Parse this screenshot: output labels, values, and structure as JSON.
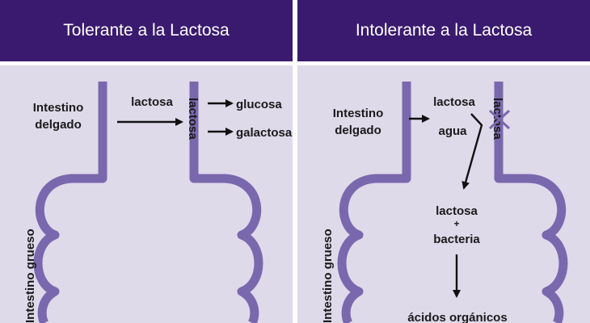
{
  "colors": {
    "header": "#3a1a6e",
    "panel_bg": "#dedaea",
    "intestine_wall": "#7a68ae",
    "cross": "#7a68ae"
  },
  "left": {
    "title": "Tolerante a la Lactosa",
    "small_intestine": [
      "Intestino",
      "delgado"
    ],
    "large_intestine": "Intestino grueso",
    "input": "lactosa",
    "wall_text": "lactosa",
    "product_1": "glucosa",
    "product_2": "galactosa"
  },
  "right": {
    "title": "Intolerante a la Lactosa",
    "small_intestine": [
      "Intestino",
      "delgado"
    ],
    "large_intestine": "Intestino grueso",
    "input_1": "lactosa",
    "input_2": "agua",
    "wall_text": "lactosa",
    "mix_1": "lactosa",
    "mix_plus": "+",
    "mix_2": "bacteria",
    "result": "ácidos orgánicos"
  }
}
